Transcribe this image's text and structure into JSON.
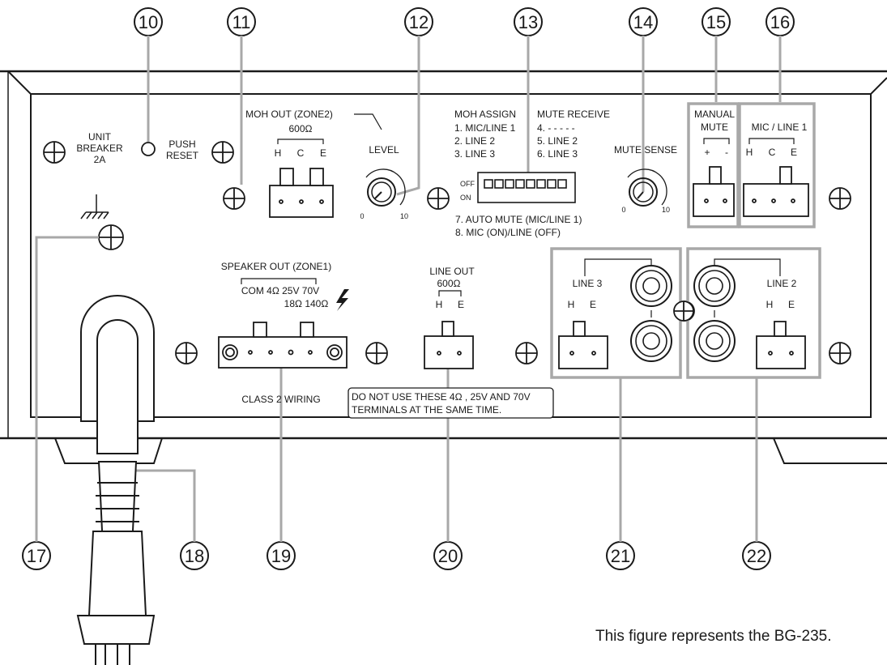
{
  "callouts": [
    "10",
    "11",
    "12",
    "13",
    "14",
    "15",
    "16",
    "17",
    "18",
    "19",
    "20",
    "21",
    "22"
  ],
  "unit_breaker": {
    "line1": "UNIT",
    "line2": "BREAKER",
    "line3": "2A"
  },
  "push_reset": {
    "line1": "PUSH",
    "line2": "RESET"
  },
  "moh_out": {
    "title": "MOH OUT (ZONE2)",
    "impedance": "600Ω",
    "pins": [
      "H",
      "C",
      "E"
    ]
  },
  "level": {
    "label": "LEVEL",
    "min": "0",
    "max": "10"
  },
  "moh_assign": {
    "title": "MOH ASSIGN",
    "items": [
      "1. MIC/LINE 1",
      "2. LINE 2",
      "3. LINE 3"
    ]
  },
  "mute_receive": {
    "title": "MUTE RECEIVE",
    "items": [
      "4. - - - - -",
      "5. LINE 2",
      "6. LINE 3"
    ]
  },
  "dip_switch": {
    "off": "OFF",
    "on": "ON",
    "positions": 8
  },
  "dip_notes": [
    "7. AUTO MUTE (MIC/LINE 1)",
    "8. MIC (ON)/LINE (OFF)"
  ],
  "mute_sense": {
    "label": "MUTE SENSE",
    "min": "0",
    "max": "10"
  },
  "manual_mute": {
    "line1": "MANUAL",
    "line2": "MUTE",
    "pins": [
      "+",
      "-"
    ]
  },
  "mic_line1": {
    "title": "MIC / LINE 1",
    "pins": [
      "H",
      "C",
      "E"
    ]
  },
  "speaker_out": {
    "title": "SPEAKER OUT (ZONE1)",
    "row1": "COM 4Ω 25V 70V",
    "row2": "18Ω 140Ω",
    "wiring": "CLASS 2 WIRING"
  },
  "line_out": {
    "title": "LINE OUT",
    "impedance": "600Ω",
    "pins": [
      "H",
      "E"
    ]
  },
  "warning": {
    "line1": "DO NOT USE THESE 4Ω , 25V AND 70V",
    "line2": "TERMINALS AT THE SAME TIME."
  },
  "line3": {
    "title": "LINE 3",
    "pins": [
      "H",
      "E"
    ]
  },
  "line2": {
    "title": "LINE 2",
    "pins": [
      "H",
      "E"
    ]
  },
  "caption": "This figure represents the BG-235."
}
